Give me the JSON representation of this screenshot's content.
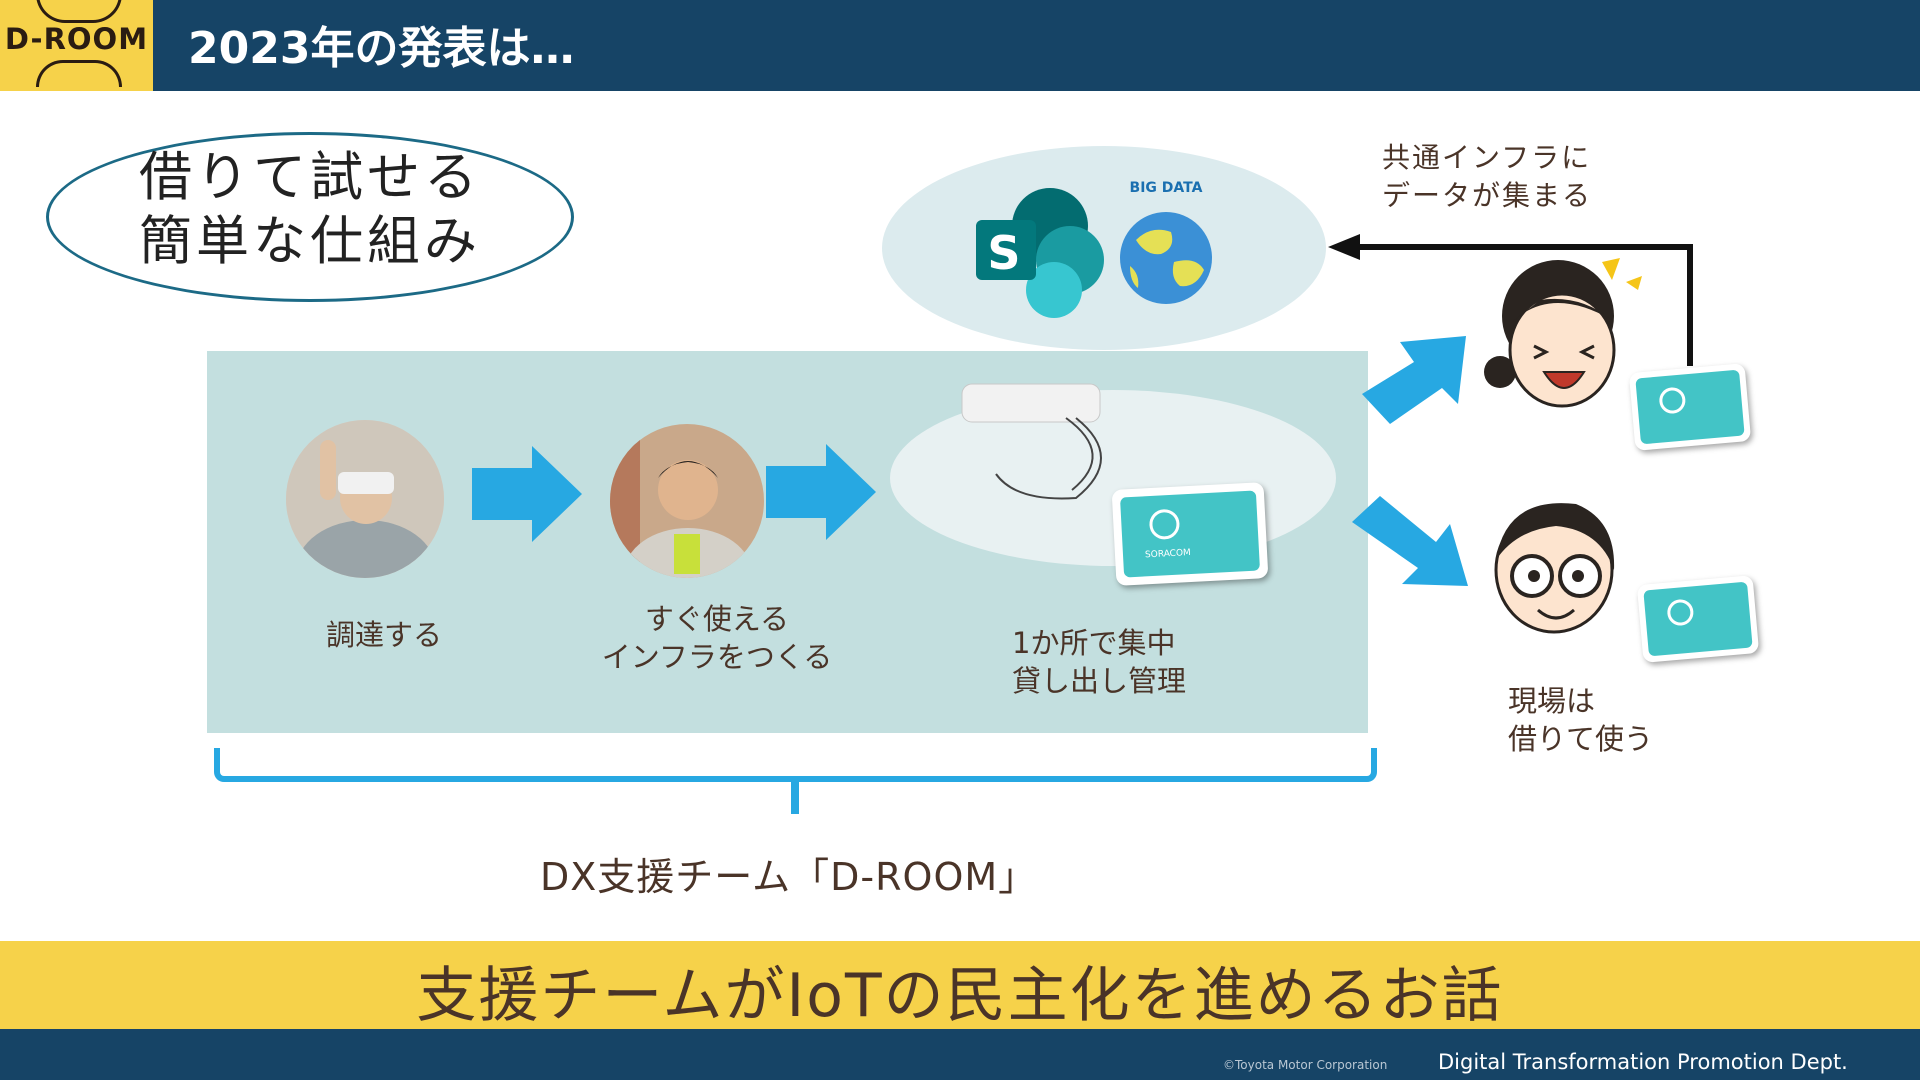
{
  "header": {
    "logo_text": "D-ROOM",
    "title": "2023年の発表は…"
  },
  "callout": {
    "line1": "借りて試せる",
    "line2": "簡単な仕組み"
  },
  "cloud": {
    "bigdata_label": "BIG DATA",
    "sharepoint_letter": "S"
  },
  "note": {
    "line1": "共通インフラに",
    "line2": "データが集まる"
  },
  "steps": [
    {
      "line1": "調達する",
      "line2": ""
    },
    {
      "line1": "すぐ使える",
      "line2": "インフラをつくる"
    },
    {
      "line1": "1か所で集中",
      "line2": "貸し出し管理"
    }
  ],
  "field": {
    "line1": "現場は",
    "line2": "借りて使う"
  },
  "device_label": "SORACOM",
  "team_label": "DX支援チーム「D-ROOM」",
  "banner_text": "支援チームがIoTの民主化を進めるお話",
  "footer": {
    "copyright": "©Toyota Motor Corporation",
    "dept": "Digital Transformation Promotion Dept."
  },
  "colors": {
    "navy": "#164466",
    "yellow": "#f6d24a",
    "panel": "#c3dfdf",
    "arrow_blue": "#27a8e2",
    "device_teal": "#43c4c6"
  }
}
